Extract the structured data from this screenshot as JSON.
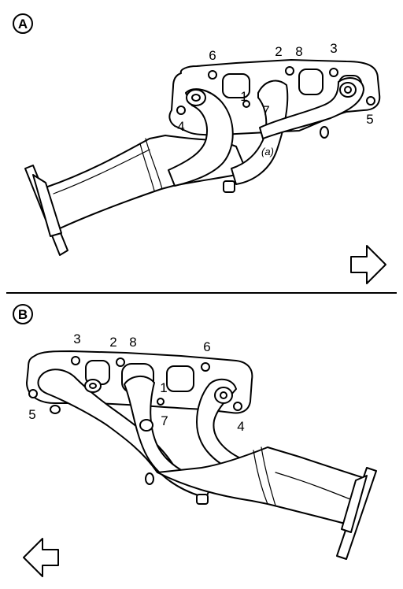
{
  "panels": [
    {
      "id": "A",
      "letter": "A",
      "labels": {
        "b1": "1",
        "b2": "2",
        "b3": "3",
        "b4": "4",
        "b5": "5",
        "b6": "6",
        "b7": "7",
        "b8": "8",
        "a": "(a)"
      },
      "arrow_direction": "right"
    },
    {
      "id": "B",
      "letter": "B",
      "labels": {
        "b1": "1",
        "b2": "2",
        "b3": "3",
        "b4": "4",
        "b5": "5",
        "b6": "6",
        "b7": "7",
        "b8": "8"
      },
      "arrow_direction": "left"
    }
  ]
}
